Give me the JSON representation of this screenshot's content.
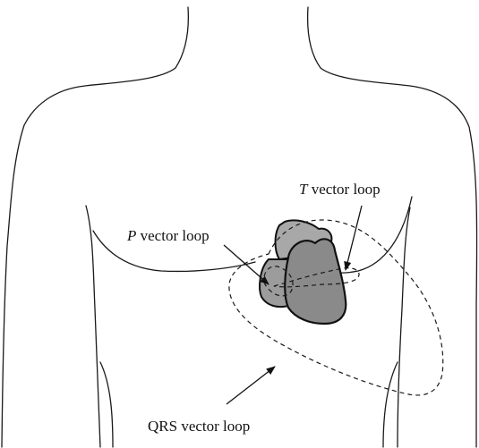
{
  "labels": {
    "p_loop": {
      "letter": "P",
      "rest": " vector loop"
    },
    "t_loop": {
      "letter": "T",
      "rest": " vector loop"
    },
    "qrs_loop": {
      "text": "QRS vector loop"
    }
  },
  "colors": {
    "heart_fill": "#8a8a8a",
    "outline": "#1a1a1a",
    "background": "#ffffff"
  }
}
